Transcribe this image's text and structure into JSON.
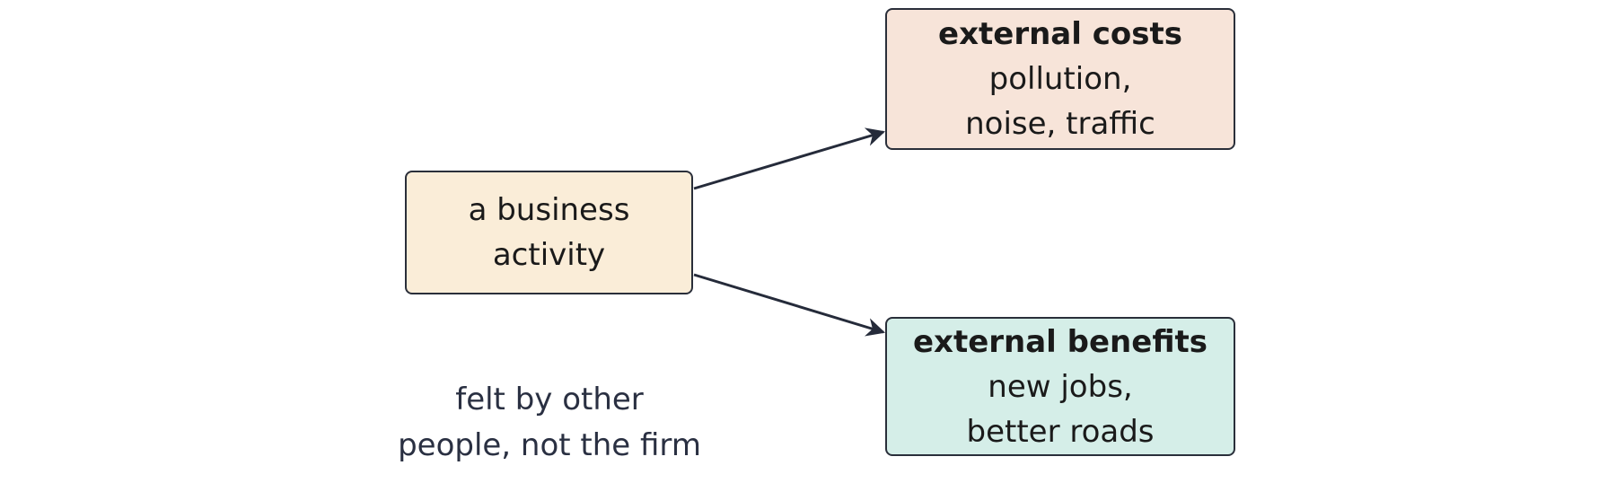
{
  "diagram": {
    "source": {
      "lines": [
        "a business",
        "activity"
      ],
      "fill": "#faedd8"
    },
    "costs": {
      "title": "external costs",
      "lines": [
        "pollution,",
        "noise, traffic"
      ],
      "fill": "#f7e4d9"
    },
    "benefits": {
      "title": "external benefits",
      "lines": [
        "new jobs,",
        "better roads"
      ],
      "fill": "#d5eee8"
    },
    "note": {
      "lines": [
        "felt by other",
        "people, not the firm"
      ]
    },
    "edges": [
      {
        "from": "source",
        "to": "costs"
      },
      {
        "from": "source",
        "to": "benefits"
      }
    ],
    "colors": {
      "border": "#2a2f3a",
      "arrow": "#252b3a",
      "note_text": "#2a3042"
    }
  }
}
